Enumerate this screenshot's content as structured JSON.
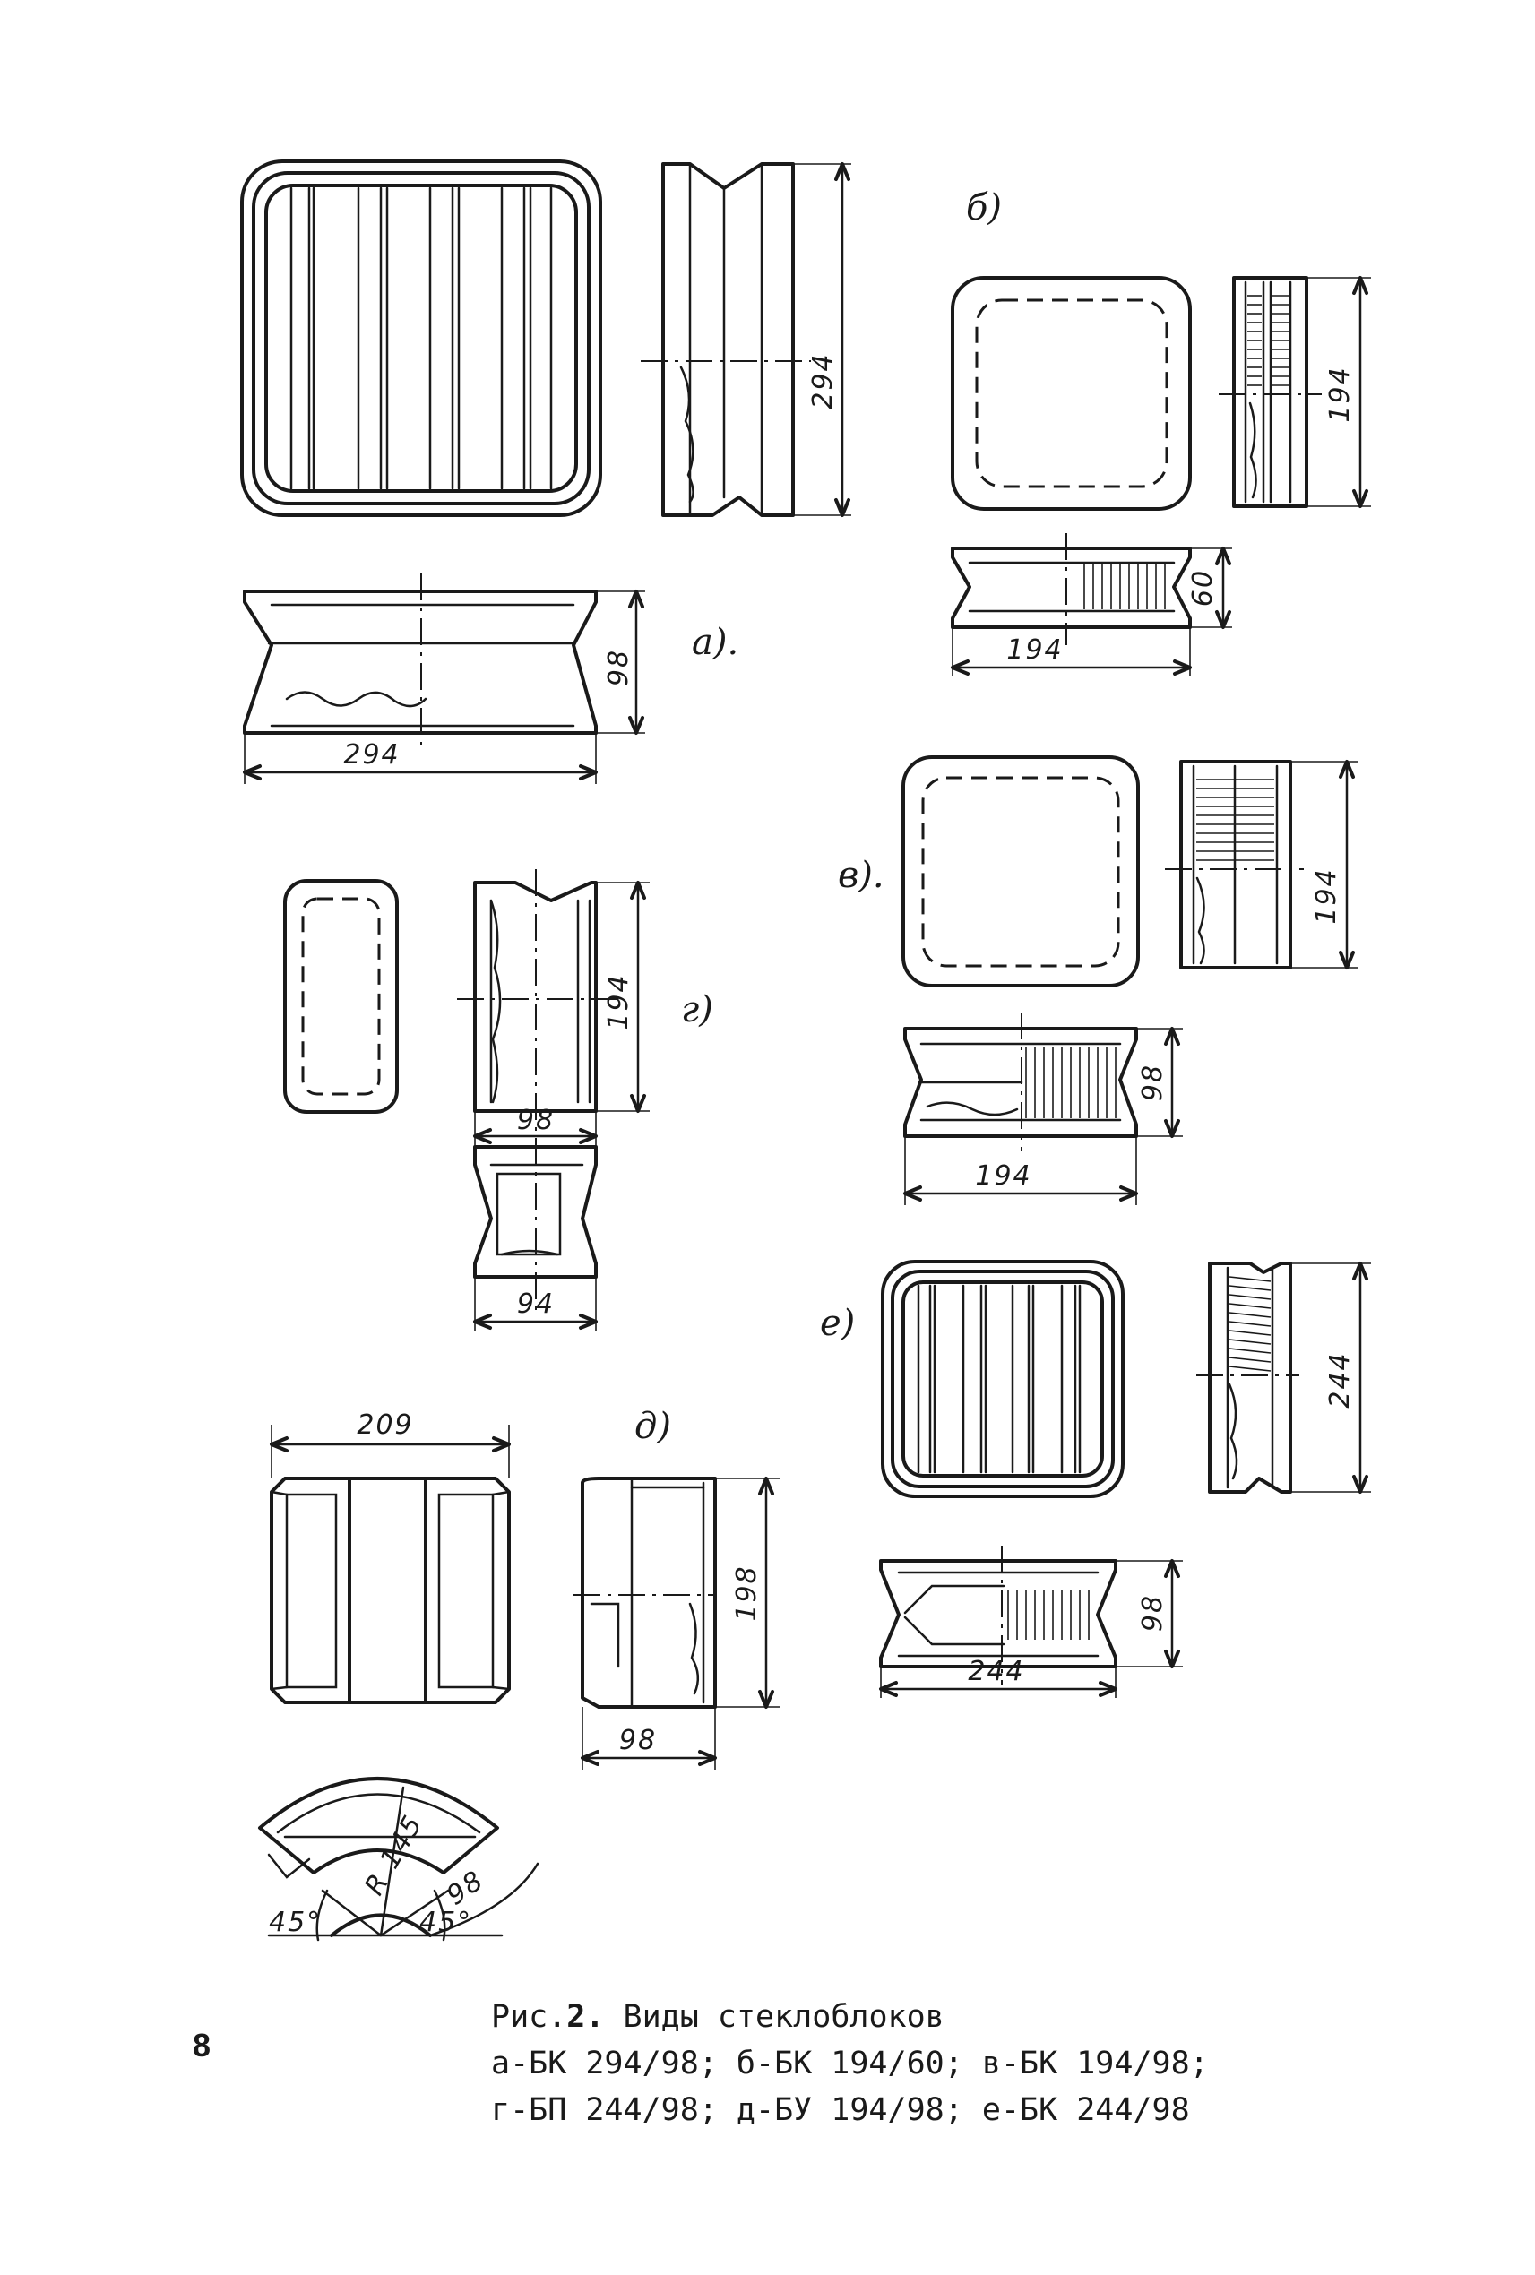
{
  "labels": {
    "a": "а).",
    "b": "б)",
    "v": "в).",
    "g": "г)",
    "d": "д)",
    "e": "е)"
  },
  "dimensions": {
    "a_height": "294",
    "a_depth": "98",
    "a_width": "294",
    "b_height": "194",
    "b_depth": "60",
    "b_width": "194",
    "v_height": "194",
    "v_depth": "98",
    "v_width": "194",
    "g_height": "194",
    "g_depth_top": "98",
    "g_depth_bottom": "94",
    "d_width": "209",
    "d_height": "198",
    "d_depth": "98",
    "d_radius": "R 145",
    "d_angle_left": "45°",
    "d_angle_right": "45°",
    "d_arc": "98",
    "e_height": "244",
    "e_depth": "98",
    "e_width": "244"
  },
  "caption": {
    "title_prefix": "Рис.",
    "title_number": "2.",
    "title_text": " Виды стеклоблоков",
    "line2": "а-БК 294/98; б-БК 194/60; в-БК 194/98;",
    "line3": "г-БП 244/98; д-БУ 194/98; е-БК 244/98"
  },
  "page_number": "8"
}
